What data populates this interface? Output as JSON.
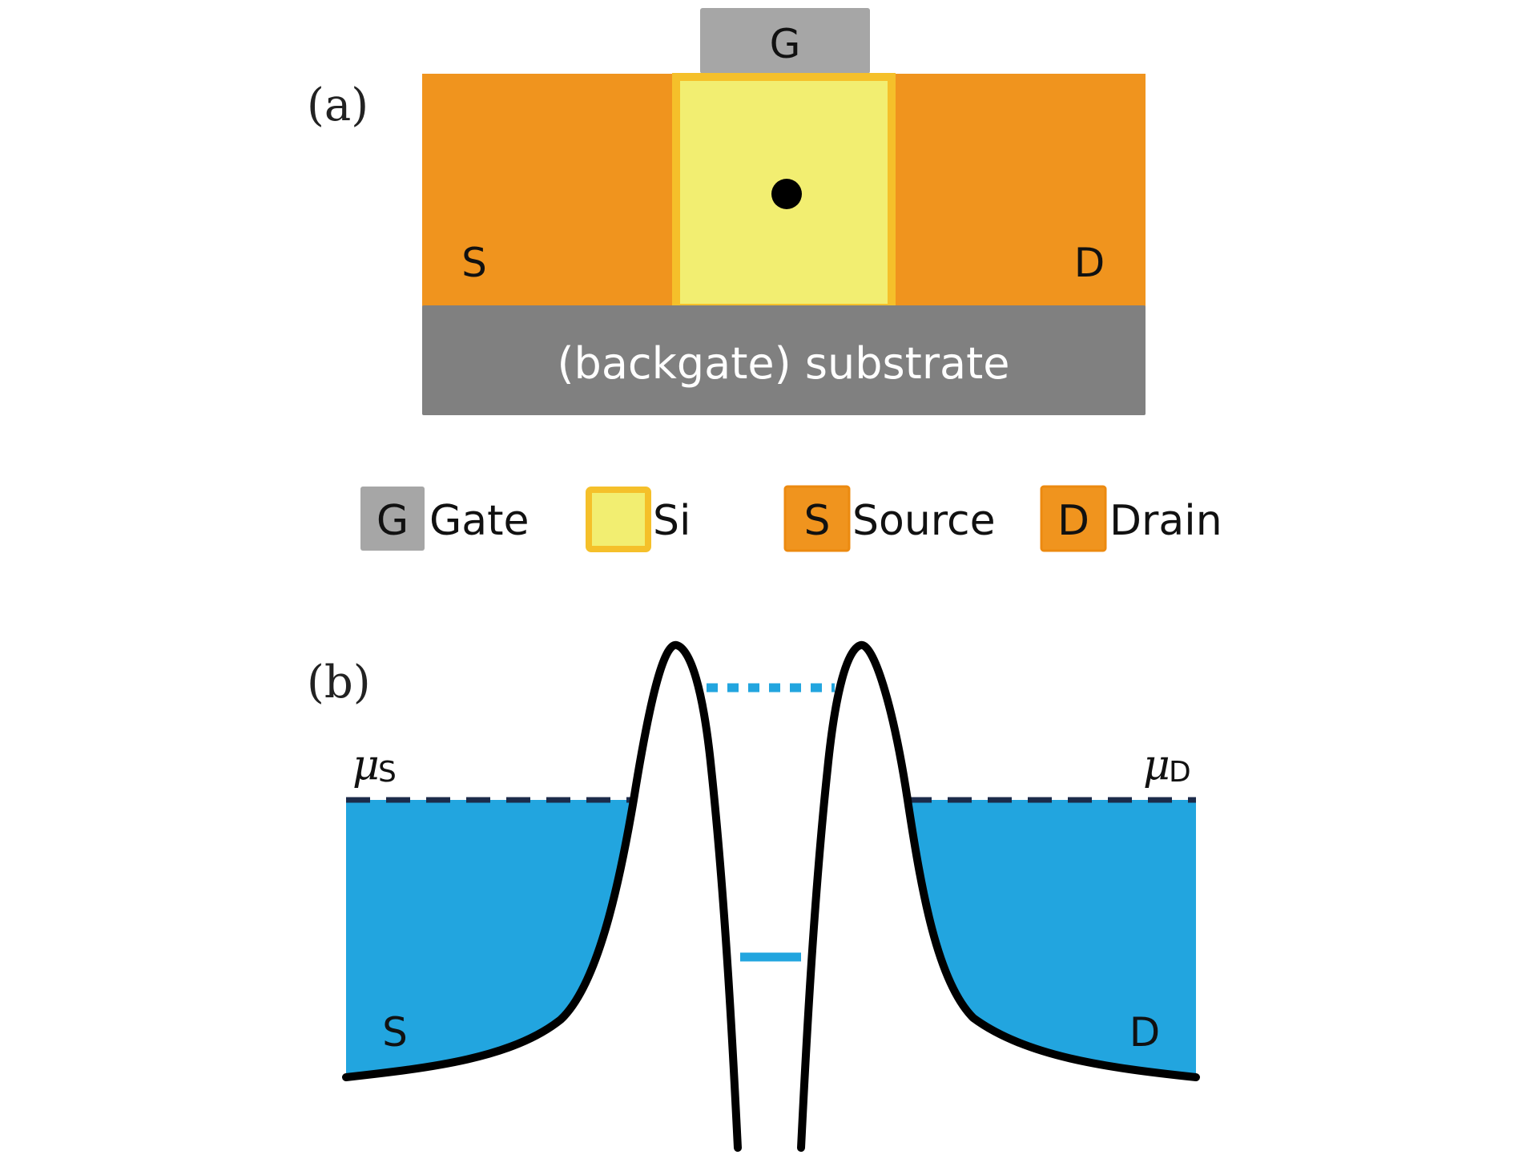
{
  "panel_a": {
    "label": "(a)",
    "gate_letter": "G",
    "source_letter": "S",
    "drain_letter": "D",
    "substrate_label": "(backgate) substrate"
  },
  "legend": [
    {
      "letter": "G",
      "text": "Gate"
    },
    {
      "letter": "",
      "text": "Si"
    },
    {
      "letter": "S",
      "text": "Source"
    },
    {
      "letter": "D",
      "text": "Drain"
    }
  ],
  "panel_b": {
    "label": "(b)",
    "mu_symbol": "μ",
    "mu_source_sub": "S",
    "mu_drain_sub": "D",
    "source_letter": "S",
    "drain_letter": "D"
  },
  "colors": {
    "gate": "#a6a6a6",
    "silicon_fill": "#f2ee71",
    "silicon_border": "#f5c02a",
    "contact": "#f0941e",
    "contact_border": "#ec8a10",
    "substrate": "#808080",
    "electron_sea": "#22a5df",
    "fermi_line": "#1c2b4a",
    "level": "#22a5df",
    "curve": "#000000"
  }
}
